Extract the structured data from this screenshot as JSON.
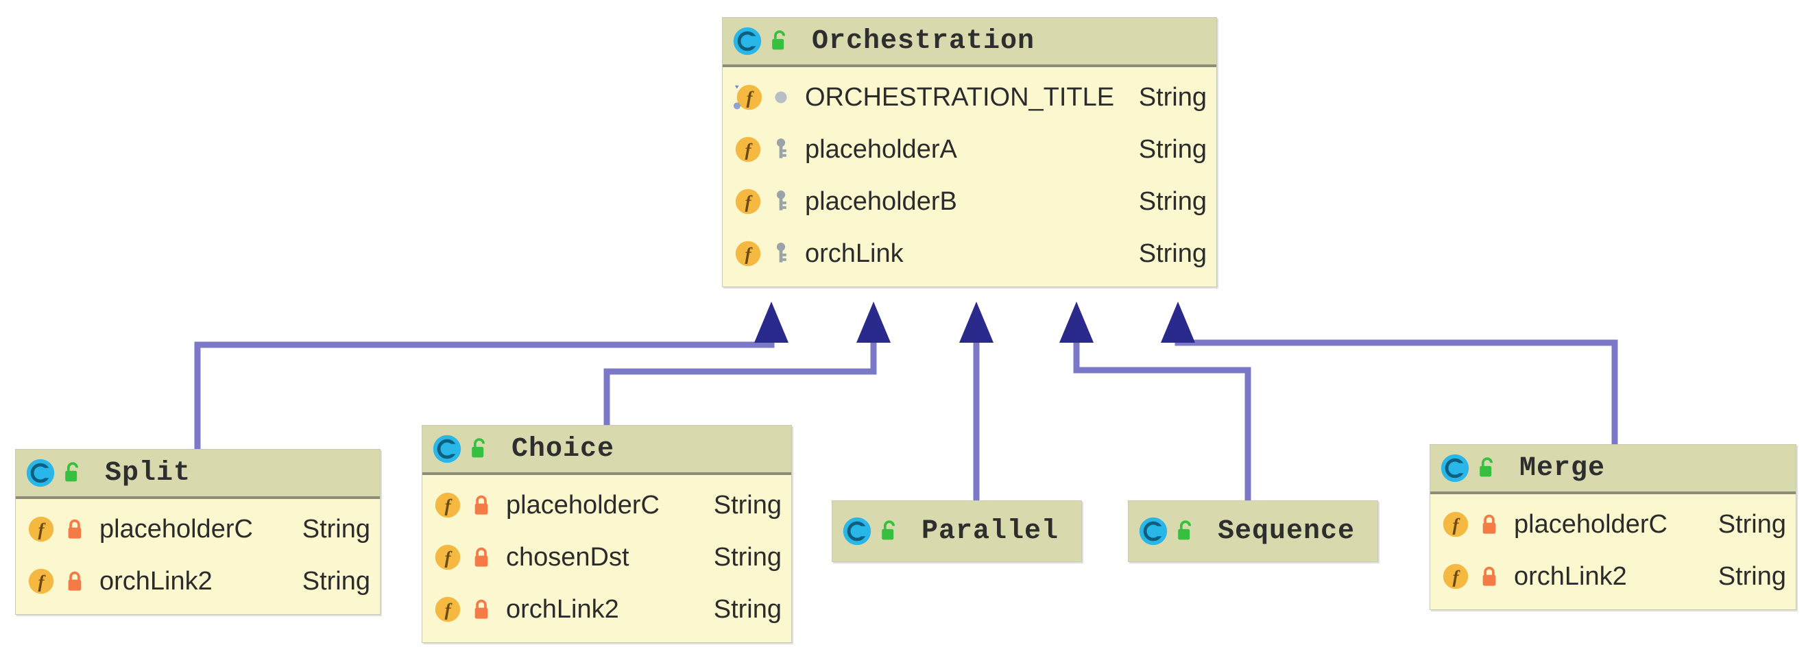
{
  "diagram": {
    "kind": "uml-class-diagram",
    "relation": "generalization",
    "colors": {
      "header_bg": "#d9d9ae",
      "body_bg": "#fbf8cf",
      "header_rule": "#8c8c7a",
      "border": "#c9c9b4",
      "connector": "#7b78c8",
      "arrowhead": "#2a2a8c",
      "class_icon": "#29b6e8",
      "public_badge": "#37c040",
      "field_icon": "#f5b942",
      "private_lock": "#f47a46",
      "protected_key": "#9aa3a8",
      "package_dot": "#b6bfc4"
    }
  },
  "classes": {
    "orchestration": {
      "name": "Orchestration",
      "icon": "class-icon",
      "badge": "public-unlocked-icon",
      "members": [
        {
          "name": "ORCHESTRATION_TITLE",
          "type": "String",
          "visibility": "package-private",
          "vis_icon": "package-dot-icon",
          "modifier": "static-final",
          "member_icon": "static-field-icon"
        },
        {
          "name": "placeholderA",
          "type": "String",
          "visibility": "protected",
          "vis_icon": "protected-key-icon",
          "modifier": "",
          "member_icon": "field-icon"
        },
        {
          "name": "placeholderB",
          "type": "String",
          "visibility": "protected",
          "vis_icon": "protected-key-icon",
          "modifier": "",
          "member_icon": "field-icon"
        },
        {
          "name": "orchLink",
          "type": "String",
          "visibility": "protected",
          "vis_icon": "protected-key-icon",
          "modifier": "",
          "member_icon": "field-icon"
        }
      ]
    },
    "split": {
      "name": "Split",
      "icon": "class-icon",
      "badge": "public-unlocked-icon",
      "members": [
        {
          "name": "placeholderC",
          "type": "String",
          "visibility": "private",
          "vis_icon": "private-lock-icon",
          "modifier": "",
          "member_icon": "field-icon"
        },
        {
          "name": "orchLink2",
          "type": "String",
          "visibility": "private",
          "vis_icon": "private-lock-icon",
          "modifier": "",
          "member_icon": "field-icon"
        }
      ]
    },
    "choice": {
      "name": "Choice",
      "icon": "class-icon",
      "badge": "public-unlocked-icon",
      "members": [
        {
          "name": "placeholderC",
          "type": "String",
          "visibility": "private",
          "vis_icon": "private-lock-icon",
          "modifier": "",
          "member_icon": "field-icon"
        },
        {
          "name": "chosenDst",
          "type": "String",
          "visibility": "private",
          "vis_icon": "private-lock-icon",
          "modifier": "",
          "member_icon": "field-icon"
        },
        {
          "name": "orchLink2",
          "type": "String",
          "visibility": "private",
          "vis_icon": "private-lock-icon",
          "modifier": "",
          "member_icon": "field-icon"
        }
      ]
    },
    "parallel": {
      "name": "Parallel",
      "icon": "class-icon",
      "badge": "public-unlocked-icon",
      "members": []
    },
    "sequence": {
      "name": "Sequence",
      "icon": "class-icon",
      "badge": "public-unlocked-icon",
      "members": []
    },
    "merge": {
      "name": "Merge",
      "icon": "class-icon",
      "badge": "public-unlocked-icon",
      "members": [
        {
          "name": "placeholderC",
          "type": "String",
          "visibility": "private",
          "vis_icon": "private-lock-icon",
          "modifier": "",
          "member_icon": "field-icon"
        },
        {
          "name": "orchLink2",
          "type": "String",
          "visibility": "private",
          "vis_icon": "private-lock-icon",
          "modifier": "",
          "member_icon": "field-icon"
        }
      ]
    }
  },
  "generalizations": [
    {
      "from": "split",
      "to": "orchestration"
    },
    {
      "from": "choice",
      "to": "orchestration"
    },
    {
      "from": "parallel",
      "to": "orchestration"
    },
    {
      "from": "sequence",
      "to": "orchestration"
    },
    {
      "from": "merge",
      "to": "orchestration"
    }
  ]
}
